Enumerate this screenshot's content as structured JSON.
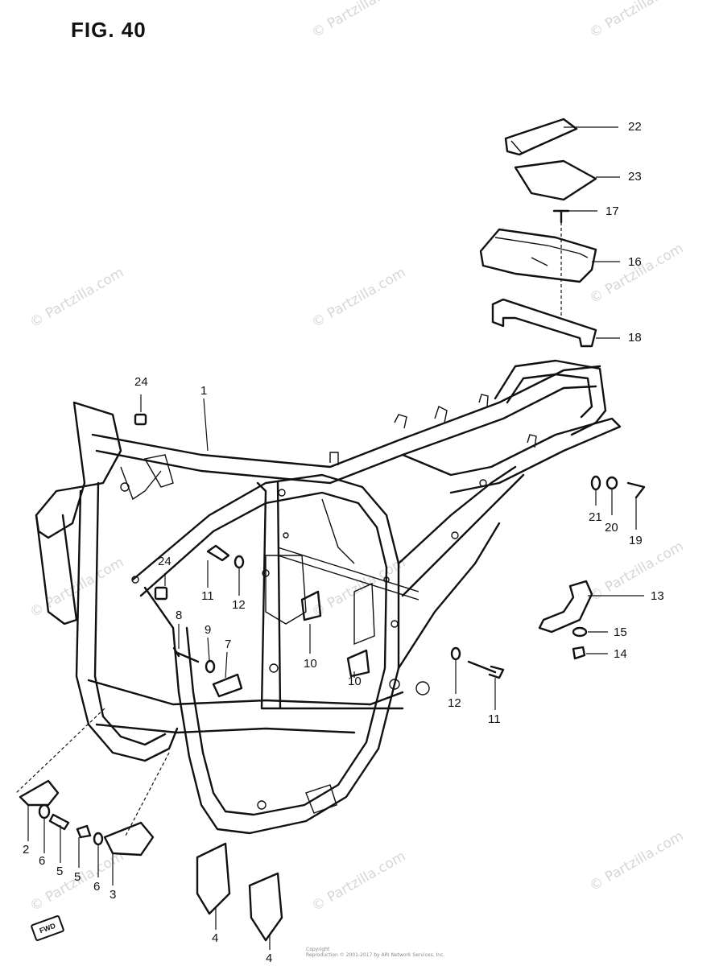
{
  "figure": {
    "title": "FIG. 40"
  },
  "callouts": {
    "c1": "1",
    "c2": "2",
    "c3": "3",
    "c4a": "4",
    "c4b": "4",
    "c5a": "5",
    "c5b": "5",
    "c6a": "6",
    "c6b": "6",
    "c7": "7",
    "c8": "8",
    "c9": "9",
    "c10a": "10",
    "c10b": "10",
    "c11a": "11",
    "c11b": "11",
    "c12a": "12",
    "c12b": "12",
    "c13": "13",
    "c14": "14",
    "c15": "15",
    "c16": "16",
    "c17": "17",
    "c18": "18",
    "c19": "19",
    "c20": "20",
    "c21": "21",
    "c22": "22",
    "c23": "23",
    "c24a": "24",
    "c24b": "24"
  },
  "watermark": "© Partzilla.com",
  "forward_mark": "FWD",
  "footer": {
    "line1": "Copyright",
    "line2": "Reproduction © 2001-2017 by ARI Network Services, Inc."
  }
}
